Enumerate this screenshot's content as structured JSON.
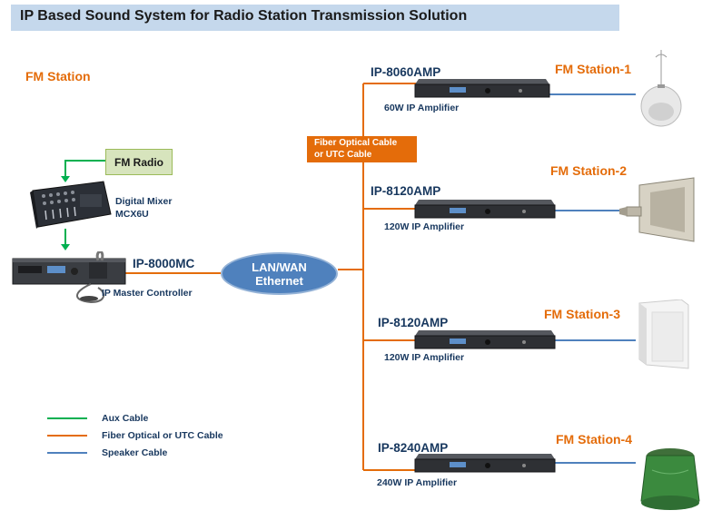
{
  "title": "IP Based Sound System for Radio Station Transmission Solution",
  "fm_station_label": "FM Station",
  "fm_radio": "FM Radio",
  "mixer": {
    "name": "Digital Mixer",
    "model": "MCX6U"
  },
  "controller": {
    "model": "IP-8000MC",
    "description": "IP  Master Controller"
  },
  "network": {
    "line1": "LAN/WAN",
    "line2": "Ethernet"
  },
  "fiber_label": {
    "line1": "Fiber Optical Cable",
    "line2": "or UTC Cable"
  },
  "amplifiers": [
    {
      "model": "IP-8060AMP",
      "description": "60W IP Amplifier",
      "station": "FM Station-1"
    },
    {
      "model": "IP-8120AMP",
      "description": "120W IP Amplifier",
      "station": "FM Station-2"
    },
    {
      "model": "IP-8120AMP",
      "description": "120W IP Amplifier",
      "station": "FM Station-3"
    },
    {
      "model": "IP-8240AMP",
      "description": "240W IP Amplifier",
      "station": "FM Station-4"
    }
  ],
  "legend": [
    {
      "label": "Aux Cable",
      "color": "#00b050"
    },
    {
      "label": "Fiber Optical or UTC Cable",
      "color": "#e46c0a"
    },
    {
      "label": "Speaker Cable",
      "color": "#4f81bd"
    }
  ],
  "colors": {
    "aux": "#00b050",
    "fiber": "#e46c0a",
    "speaker": "#4f81bd"
  }
}
